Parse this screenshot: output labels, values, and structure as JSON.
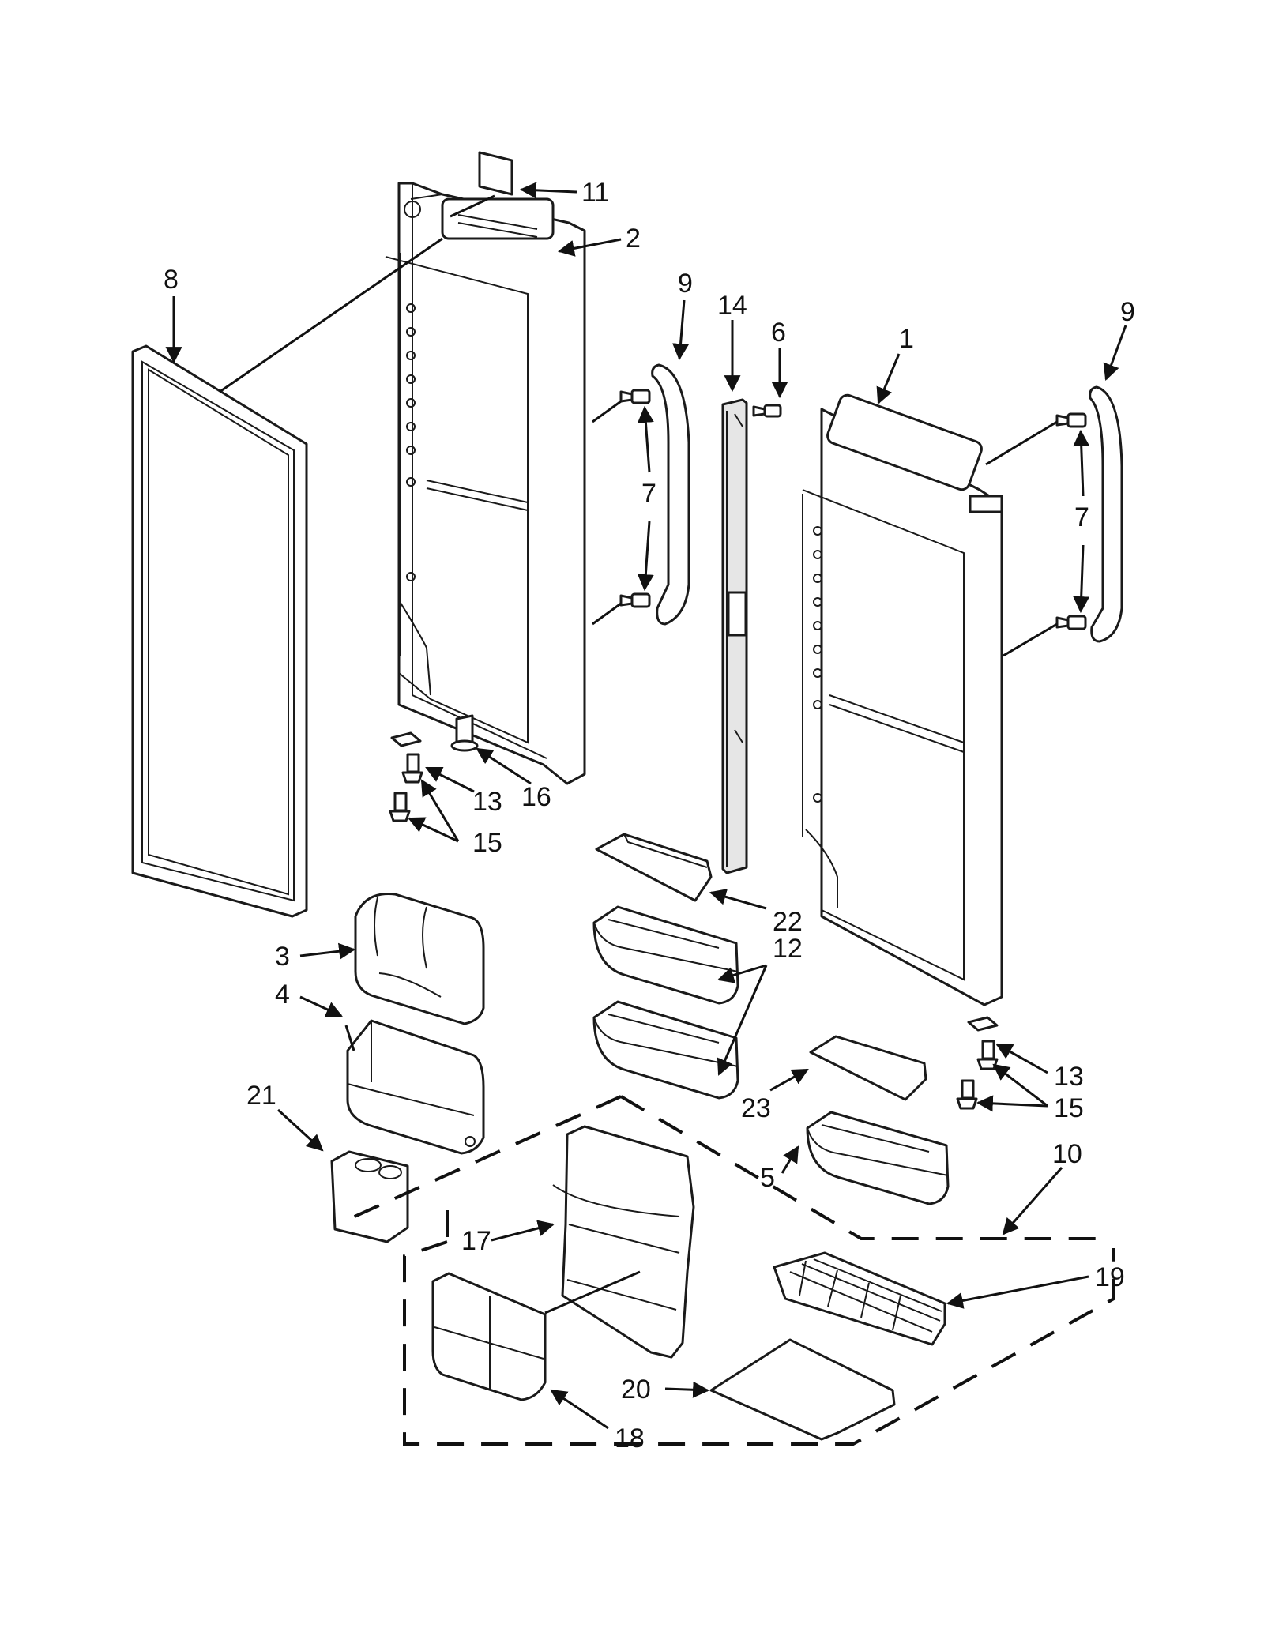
{
  "callouts": {
    "c11": "11",
    "c2": "2",
    "c8": "8",
    "c9a": "9",
    "c14": "14",
    "c6": "6",
    "c1": "1",
    "c9b": "9",
    "c7a": "7",
    "c7b": "7",
    "c13a": "13",
    "c16": "16",
    "c15a": "15",
    "c22": "22",
    "c12": "12",
    "c3": "3",
    "c4": "4",
    "c13b": "13",
    "c15b": "15",
    "c23": "23",
    "c21": "21",
    "c5": "5",
    "c10": "10",
    "c17": "17",
    "c19": "19",
    "c20": "20",
    "c18": "18"
  }
}
